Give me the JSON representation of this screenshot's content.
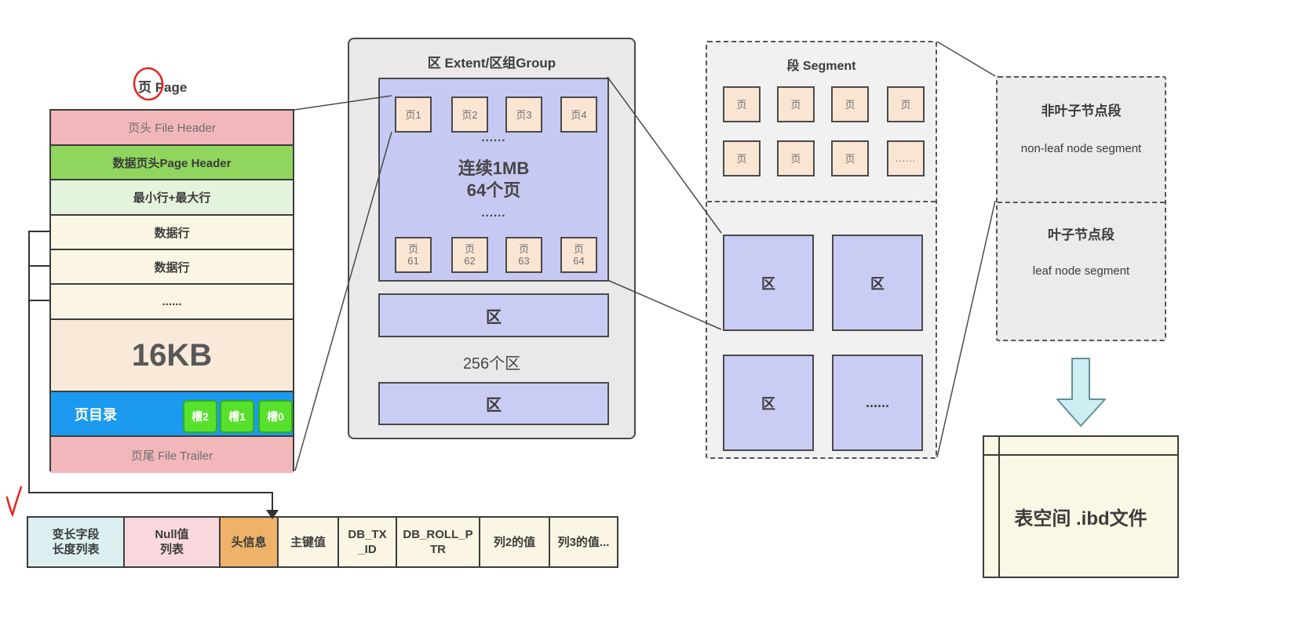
{
  "colors": {
    "line": "#4a4a4a",
    "annotation_red": "#e5231b",
    "page_header_pink": "#f2b7ba",
    "page_header_green": "#8fd55e",
    "row_pale_green": "#e4f3dc",
    "row_cream": "#fbf6e3",
    "row_peach": "#f9e9d9",
    "directory_blue": "#1b9af0",
    "slot_green": "#57e02c",
    "panel_gray": "#eae8e9",
    "purple": "#c6c9f1",
    "page_cell_peach": "#fae5d3",
    "segment_gray": "#f2f1f1",
    "node_segment_gray": "#edeaea",
    "tablespace_cream": "#fbf7e5",
    "arrow_cyan": "#cdeef2",
    "record_cyan": "#dbeff0",
    "record_pink": "#f8d8dc",
    "record_orange": "#eeb269"
  },
  "page": {
    "title": "页 Page",
    "rows": [
      {
        "label": "页头 File Header"
      },
      {
        "label": "数据页头Page Header"
      },
      {
        "label": "最小行+最大行"
      },
      {
        "label": "数据行"
      },
      {
        "label": "数据行"
      },
      {
        "label": "......"
      }
    ],
    "size_label": "16KB",
    "directory_label": "页目录",
    "slots": [
      "槽2",
      "槽1",
      "槽0"
    ],
    "trailer_label": "页尾 File Trailer"
  },
  "extent": {
    "title": "区 Extent/区组Group",
    "pages_top": [
      "页1",
      "页2",
      "页3",
      "页4"
    ],
    "dots": "......",
    "center_line1": "连续1MB",
    "center_line2": "64个页",
    "pages_bottom": [
      {
        "l1": "页",
        "l2": "61"
      },
      {
        "l1": "页",
        "l2": "62"
      },
      {
        "l1": "页",
        "l2": "63"
      },
      {
        "l1": "页",
        "l2": "64"
      }
    ],
    "bars": [
      "区",
      "区"
    ],
    "count_label": "256个区"
  },
  "segment": {
    "title": "段 Segment",
    "page_cells": [
      "页",
      "页",
      "页",
      "页",
      "页",
      "页",
      "页",
      "......"
    ],
    "extent_cells": [
      "区",
      "区",
      "区",
      "......"
    ]
  },
  "node_segments": {
    "top_zh": "非叶子节点段",
    "top_en": "non-leaf node segment",
    "bottom_zh": "叶子节点段",
    "bottom_en": "leaf node segment"
  },
  "tablespace": {
    "label": "表空间 .ibd文件"
  },
  "record_row": {
    "cells": [
      {
        "l1": "变长字段",
        "l2": "长度列表"
      },
      {
        "l1": "Null值",
        "l2": "列表"
      },
      {
        "l1": "头信息"
      },
      {
        "l1": "主键值"
      },
      {
        "l1": "DB_TX",
        "l2": "_ID"
      },
      {
        "l1": "DB_ROLL_P",
        "l2": "TR"
      },
      {
        "l1": "列2的值"
      },
      {
        "l1": "列3的值..."
      }
    ]
  }
}
